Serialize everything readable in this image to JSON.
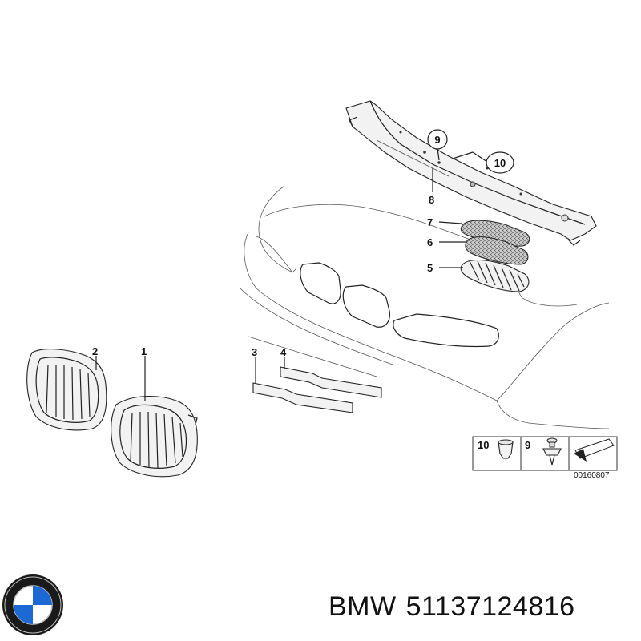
{
  "callouts": [
    "1",
    "2",
    "3",
    "4",
    "5",
    "6",
    "7",
    "8",
    "9",
    "10"
  ],
  "legend": {
    "first": "10",
    "second": "9"
  },
  "drawing_id": "00160807",
  "brand": {
    "name": "BMW",
    "part_number": "51137124816",
    "logo": "bmw-roundel"
  },
  "colors": {
    "logo_blue": "#1c69d4",
    "logo_ring": "#1a1a1a"
  }
}
